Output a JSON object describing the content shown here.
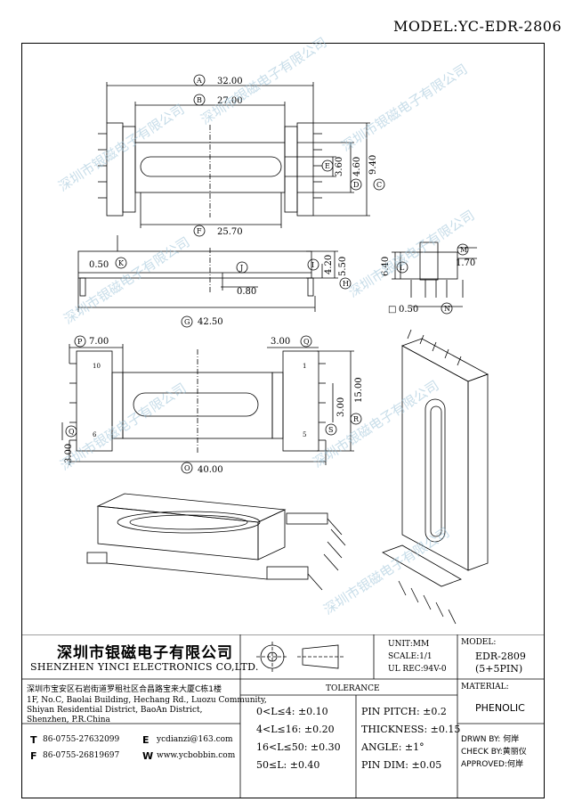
{
  "model": "MODEL:YC-EDR-2806",
  "dims": {
    "a": "32.00",
    "b": "27.00",
    "e": "3.60",
    "d": "4.60",
    "c": "9.40",
    "f": "25.70",
    "k": "0.50",
    "j_val": "0.80",
    "i": "4.20",
    "h": "5.50",
    "g": "42.50",
    "l": "6.40",
    "m": "1.70",
    "s_val": "0.50",
    "sq": "□",
    "p": "7.00",
    "q": "3.00",
    "s3": "3.00",
    "r": "15.00",
    "q2": "3.00",
    "o": "40.00"
  },
  "markers": {
    "a": "A",
    "b": "B",
    "c": "C",
    "d": "D",
    "e": "E",
    "f": "F",
    "g": "G",
    "h": "H",
    "i": "I",
    "j": "J",
    "k": "K",
    "l": "L",
    "m": "M",
    "n": "N",
    "o": "O",
    "p": "P",
    "q": "Q",
    "r": "R",
    "s": "S"
  },
  "pins": {
    "p1": "1",
    "p5": "5",
    "p6": "6",
    "p10": "10"
  },
  "watermark": "深圳市银磁电子有限公司",
  "title_block": {
    "company_cn": "深圳市银磁电子有限公司",
    "company_en": "SHENZHEN YINCI ELECTRONICS CO,LTD.",
    "address_cn": "深圳市宝安区石岩街道罗租社区合昌路宝来大厦C栋1楼",
    "address_en1": "1F, No.C, Baolai Building, Hechang Rd., Luozu Community,",
    "address_en2": "Shiyan Residential District, BaoAn District,",
    "address_en3": "Shenzhen, P.R.China",
    "tel_label": "T",
    "tel": "86-0755-27632099",
    "email_label": "E",
    "email": "ycdianzi@163.com",
    "fax_label": "F",
    "fax": "86-0755-26819697",
    "web_label": "W",
    "web": "www.ycbobbin.com",
    "unit": "UNIT:MM",
    "scale": "SCALE:1/1",
    "ul": "UL REC:94V-0",
    "model_label": "MODEL:",
    "model_no": "EDR-2809",
    "pins": "(5+5PIN)",
    "tolerance": "TOLERANCE",
    "tol1": "0<L≤4: ±0.10",
    "tol2": "4<L≤16: ±0.20",
    "tol3": "16<L≤50: ±0.30",
    "tol4": "50≤L: ±0.40",
    "pitch": "PIN PITCH: ±0.2",
    "thickness": "THICKNESS: ±0.15",
    "angle": "ANGLE: ±1°",
    "pin_dim": "PIN DIM: ±0.05",
    "material_label": "MATERIAL:",
    "material": "PHENOLIC",
    "drawn_by": "DRWN BY: 何岸",
    "check_by": "CHECK BY:黄丽仪",
    "approved": "APPROVED:何岸"
  }
}
